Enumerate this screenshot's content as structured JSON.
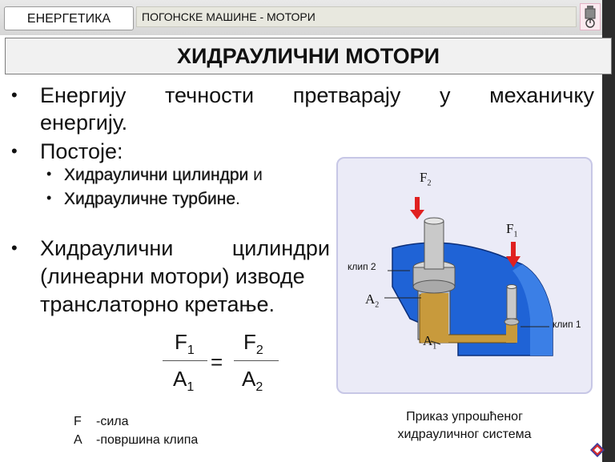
{
  "header": {
    "category_tab": "ЕНЕРГЕТИКА",
    "section_tab": "ПОГОНСКЕ МАШИНЕ - МОТОРИ",
    "engine_icon": "engine-icon"
  },
  "title": "ХИДРАУЛИЧНИ МОТОРИ",
  "bullets": {
    "b1_line1": [
      "Енергију",
      "течности",
      "претварају",
      "у",
      "механичку"
    ],
    "b1_line2": "енергију.",
    "b2": "Постоје:",
    "sub1_emph": "Хидраулични цилиндри",
    "sub1_rest": " и",
    "sub2_emph": "Хидрауличне турбине",
    "sub2_rest": ".",
    "b3_line1": [
      "Хидраулични",
      "цилиндри"
    ],
    "b3_line2": "(линеарни мотори) изводе",
    "b3_line3": "транслаторно кретање."
  },
  "formula": {
    "top_left": "F",
    "top_left_sub": "1",
    "bottom_left": "A",
    "bottom_left_sub": "1",
    "equals": "=",
    "top_right": "F",
    "top_right_sub": "2",
    "bottom_right": "A",
    "bottom_right_sub": "2"
  },
  "legend": {
    "f_symbol": "F",
    "f_desc": "-сила",
    "a_symbol": "A",
    "a_desc": "-површина клипа"
  },
  "diagram": {
    "f2": "F",
    "f2_sub": "2",
    "f1": "F",
    "f1_sub": "1",
    "piston2": "клип 2",
    "piston1": "клип 1",
    "a2": "A",
    "a2_sub": "2",
    "a1": "A",
    "a1_sub": "1"
  },
  "caption": {
    "line1": "Приказ упрошћеног",
    "line2": "хидрауличног система"
  },
  "colors": {
    "fluid_blue": "#1f63d6",
    "oil": "#c89a3c",
    "arrow_red": "#e02020"
  }
}
